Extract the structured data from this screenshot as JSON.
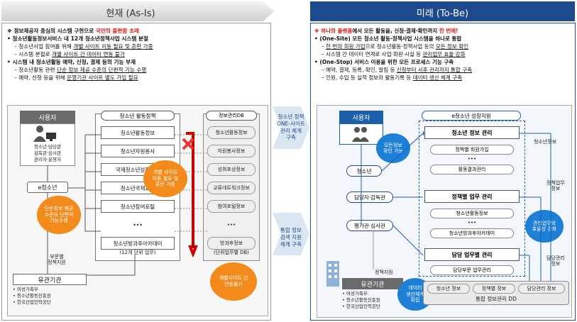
{
  "left": {
    "title": "현재 (As-Is)",
    "bullets": {
      "l1_prefix": "❖ 정보제공자 중심의 시스템 구현으로 ",
      "l1_red": "국민의 불편함 초래",
      "l2": "• 청소년활동정보서비스 내 12개 청소년정책사업 시스템 분절",
      "l3_a": "– 청소년사업 참여를 위해 ",
      "l3_b": "개별 사이트 이동 필요 및 혼란 가중",
      "l4_a": "– 시스템 분절로 ",
      "l4_b": "개별 사이트 간 데이터 연동 불가",
      "l5": "• 시스템 내 청소년활동 예약, 신청, 결제 등의 기능 부재",
      "l6_a": "– 청소년활동 관련 ",
      "l6_b": "단순 정보 제공 수준의 단편적 기능 수행",
      "l7_a": "– 예약, 신청 등을 위해 ",
      "l7_b": "운영기관 사이트 별도 가입 필요"
    },
    "diagram": {
      "user_header": "사용자",
      "user_roles": [
        "청소년·담당관",
        "감독관·심사관",
        "관리자·운영자"
      ],
      "eyouth": "e청소년",
      "policy_header": "청소년 활동정책",
      "policy_items": [
        "청소년활동정보",
        "청소년자원봉사",
        "국제청소년성취포상",
        "청소년국제교류",
        "청소년참여포털",
        "•••",
        "청소년방과후아카데미"
      ],
      "policy_footer": "(12개 단위 업무)",
      "db_header": "정보관리DB",
      "db_items": [
        "청소년활동정보",
        "자원봉사정보",
        "성취포상정보",
        "교류네트워크정보",
        "참여포털정보",
        "•••",
        "방과후정보"
      ],
      "db_footer": "(단위업무별 DB)",
      "burst1": "개별 사이트\n이동 필요 및\n혼란 가중",
      "burst2": "단순정보 제공\n수준의 단편적\n기능수행",
      "burst3": "개별사이트 간\n연동불가",
      "dept_label": "부문별\n정책지원",
      "agency_header": "유관기관",
      "agencies": [
        "• 여성가족부",
        "• 청소년활동진흥원",
        "• 한국산업인력공단"
      ]
    }
  },
  "middle": {
    "top": "청소년 정책\nONE-사이트\n관리 체계\n구축",
    "bottom": "통합 정보\n검색 지원\n체계 구축"
  },
  "right": {
    "title": "미래 (To-Be)",
    "bullets": {
      "l1_a": "❖ ",
      "l1_b": "하나의 플랫폼",
      "l1_c": "에서 모든 활동을, 신청·결제·확인까지 ",
      "l1_d": "한 번에!",
      "l2": "• (One-Site) 모든 청소년 활동·정책사업 시스템을 하나로 통합",
      "l3_a": "– ",
      "l3_b": "한 번의 회원 가입",
      "l3_c": "으로 청소년활동·정책사업 등의 ",
      "l3_d": "모든 정보 확인",
      "l4_a": "– 시스템 간 데이터 연계로 사업·회원·시설 등 ",
      "l4_b": "관리업무 효율 강화",
      "l5": "• (One-Stop) 서비스 이용을 위한 모든 프로세스 기능 구축",
      "l6_a": "– 예약, 결제, 등록, 확인, 알림 등 ",
      "l6_b": "신청부터 사후 관리까지 통합 구축",
      "l7_a": "– 인원, 수입 등 실적 정보와 활동기록 등 ",
      "l7_b": "데이터 생산 체계 구축"
    },
    "diagram": {
      "user_header": "사용자",
      "youth": "청소년",
      "manager": "담당자·감독관",
      "evaluator": "평가관·심사관",
      "circle_all_info": "모든정보\n확인 가능",
      "growth_header": "e청소년 성장지원",
      "info_mgmt": "청소년 정보 관리",
      "info_sub": [
        "정책별 회원가입",
        "•••",
        "활동결과관리"
      ],
      "policy_mgmt": "정책별 업무 관리",
      "policy_sub": [
        "청소년활동정보",
        "•••",
        "청소년방과후아카데미"
      ],
      "duty_mgmt": "담당 업무별 관리",
      "duty_sub": "담당부문 업무관리",
      "side_info": "청소년정보",
      "side_policy": "정책업무\n정보",
      "side_duty": "담당관리\n정보",
      "circle_efficiency": "관리업무의\n효율성 강화",
      "circle_data": "데이터\n생산체계\n확립",
      "policy_support": "정책지원",
      "agency_header": "유관기관",
      "agencies": [
        "• 여성가족부",
        "• 청소년활동진흥원",
        "• 한국산업인력공단"
      ],
      "db_items": [
        "청소년 정보",
        "정책별 정보",
        "담당관리 정보"
      ],
      "db_footer": "통합 정보관리 DD"
    }
  }
}
